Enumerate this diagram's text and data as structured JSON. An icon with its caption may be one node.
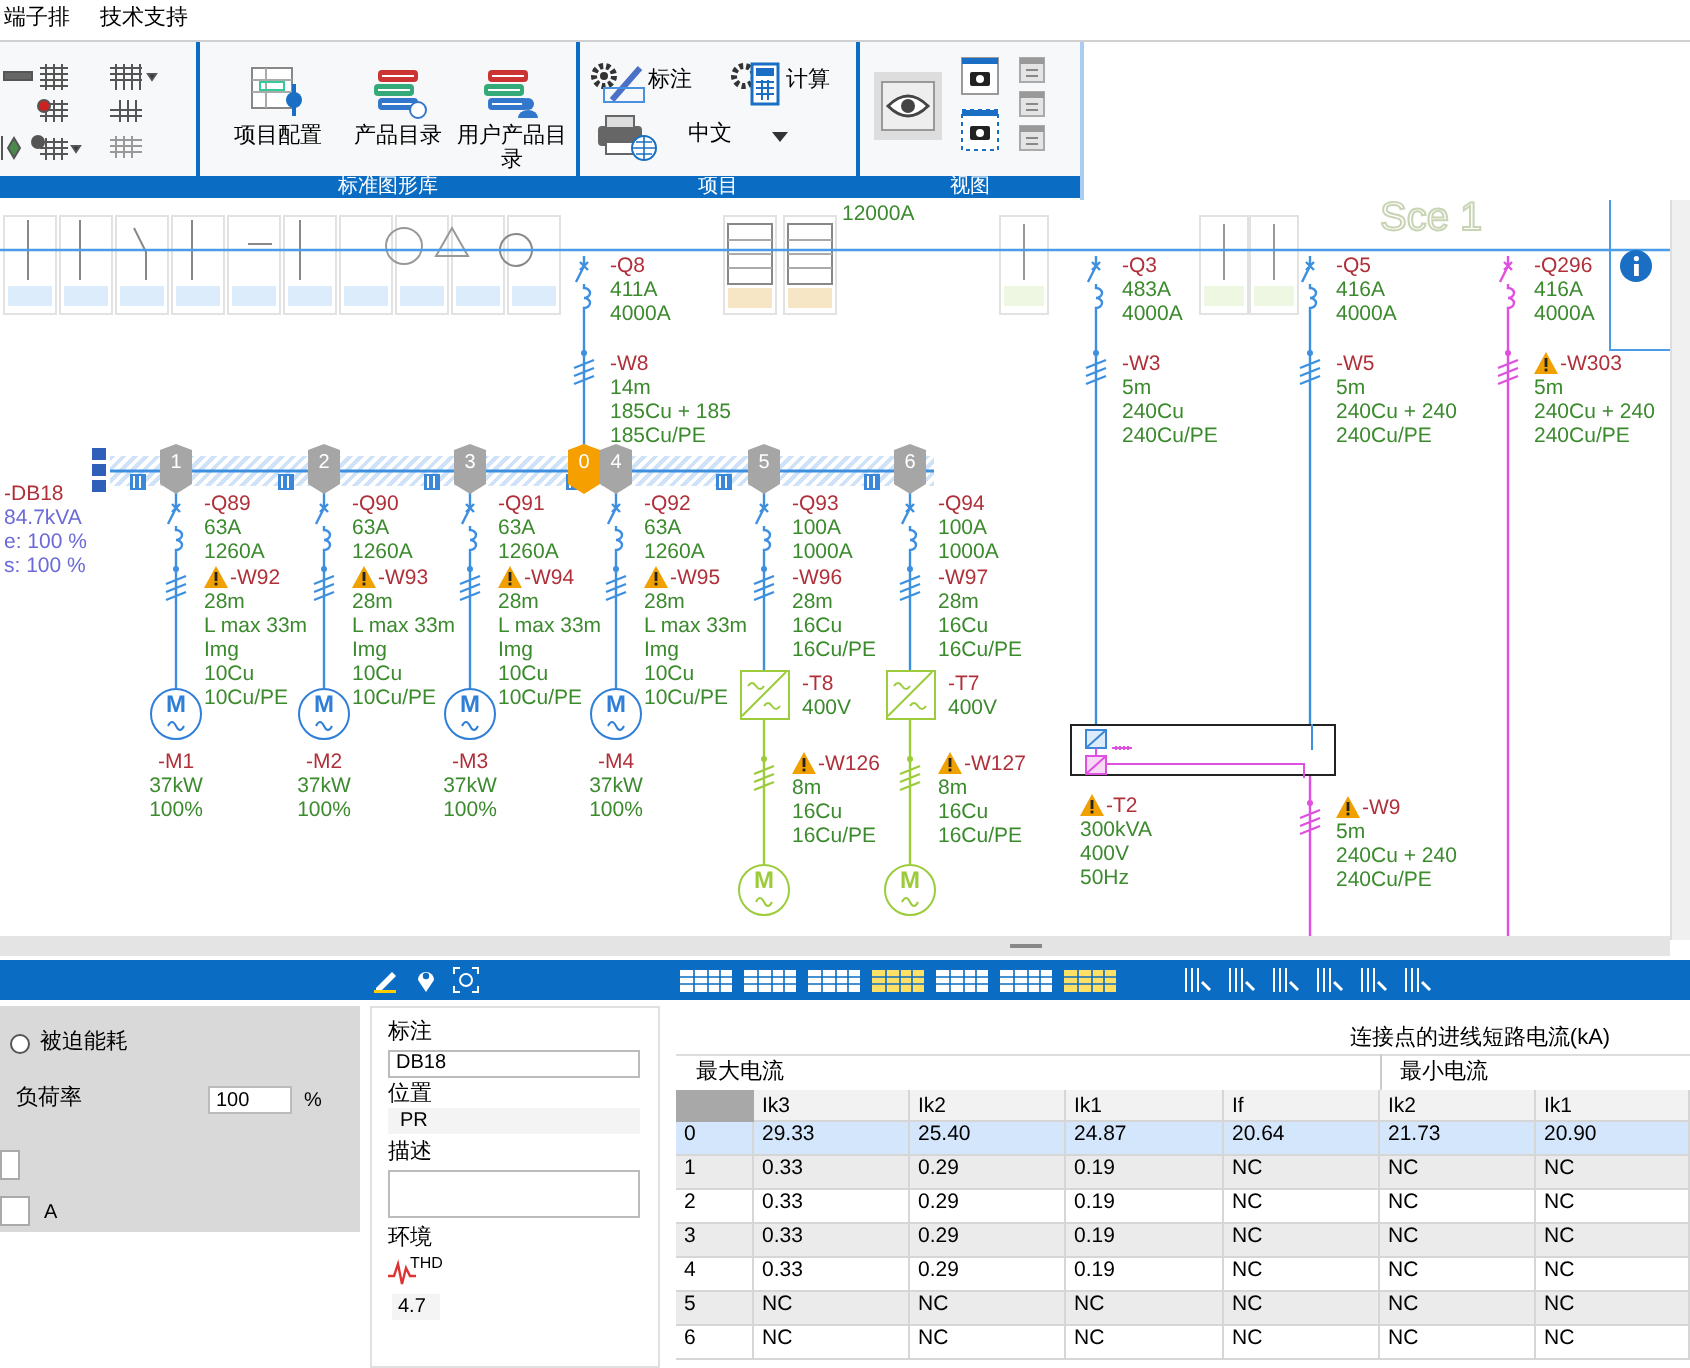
{
  "diagram": {
    "nodes": [
      {
        "text": [],
        "shape": "switch",
        "beside": [
          "-Q8",
          "411A",
          "4000A"
        ]
      },
      {
        "text": [],
        "shape": "cable",
        "beside": [
          "-W8",
          "14m",
          "185Cu + 185",
          "185Cu/PE"
        ]
      },
      {
        "text": [],
        "shape": "bar",
        "beside": [
          "-DB18",
          "84.7kVA",
          "e: 100 %",
          "s: 100 %"
        ]
      },
      {
        "text": [],
        "shape": "switch",
        "beside": [
          "-Q89",
          "63A",
          "1260A"
        ]
      },
      {
        "text": [],
        "shape": "cable",
        "beside": [
          "-W92",
          "28m",
          "L max 33m Img",
          "10Cu",
          "10Cu/PE"
        ]
      },
      {
        "text": [
          "M"
        ],
        "beside": [
          "-M1",
          "37kW",
          "100%"
        ]
      },
      {
        "text": [],
        "shape": "switch",
        "beside": [
          "-Q90",
          "63A",
          "1260A"
        ]
      },
      {
        "text": [],
        "shape": "cable",
        "beside": [
          "-W93",
          "28m",
          "L max 33m Img",
          "10Cu",
          "10Cu/PE"
        ]
      },
      {
        "text": [
          "M"
        ],
        "beside": [
          "-M2",
          "37kW",
          "100%"
        ]
      },
      {
        "text": [],
        "shape": "switch",
        "beside": [
          "-Q91",
          "63A",
          "1260A"
        ]
      },
      {
        "text": [],
        "shape": "cable",
        "beside": [
          "-W94",
          "28m",
          "L max 33m Img",
          "10Cu",
          "10Cu/PE"
        ]
      },
      {
        "text": [
          "M"
        ],
        "beside": [
          "-M3",
          "37kW",
          "100%"
        ]
      },
      {
        "text": [],
        "shape": "switch",
        "beside": [
          "-Q92",
          "63A",
          "1260A"
        ]
      },
      {
        "text": [],
        "shape": "cable",
        "beside": [
          "-W95",
          "28m",
          "L max 33m Img",
          "10Cu",
          "10Cu/PE"
        ]
      },
      {
        "text": [
          "M"
        ],
        "beside": [
          "-M4",
          "37kW",
          "100%"
        ]
      },
      {
        "text": [],
        "shape": "switch",
        "beside": [
          "-Q93",
          "100A",
          "1000A"
        ]
      },
      {
        "text": [],
        "shape": "cable",
        "beside": [
          "-W96",
          "28m",
          "16Cu",
          "16Cu/PE"
        ]
      },
      {
        "text": [],
        "shape": "box",
        "beside": [
          "-T8",
          "400V"
        ]
      },
      {
        "text": [],
        "shape": "cable",
        "beside": [
          "-W126",
          "8m",
          "16Cu",
          "16Cu/PE"
        ]
      },
      {
        "text": [
          "M"
        ]
      },
      {
        "text": [],
        "shape": "switch",
        "beside": [
          "-Q94",
          "100A",
          "1000A"
        ]
      },
      {
        "text": [],
        "shape": "cable",
        "beside": [
          "-W97",
          "28m",
          "16Cu",
          "16Cu/PE"
        ]
      },
      {
        "text": [],
        "shape": "box",
        "beside": [
          "-T7",
          "400V"
        ]
      },
      {
        "text": [],
        "shape": "cable",
        "beside": [
          "-W127",
          "8m",
          "16Cu",
          "16Cu/PE"
        ]
      },
      {
        "text": [
          "M"
        ]
      },
      {
        "text": [],
        "shape": "switch",
        "beside": [
          "-Q3",
          "483A",
          "4000A"
        ]
      },
      {
        "text": [],
        "shape": "cable",
        "beside": [
          "-W3",
          "5m",
          "240Cu",
          "240Cu/PE"
        ]
      },
      {
        "text": [],
        "shape": "box",
        "beside": [
          "-T2",
          "300kVA",
          "400V",
          "50Hz"
        ]
      },
      {
        "text": [],
        "shape": "switch",
        "beside": [
          "-Q5",
          "416A",
          "4000A"
        ]
      },
      {
        "text": [],
        "shape": "cable",
        "beside": [
          "-W5",
          "5m",
          "240Cu + 240",
          "240Cu/PE"
        ]
      },
      {
        "text": [],
        "shape": "switch",
        "beside": [
          "-Q296",
          "416A",
          "4000A"
        ]
      },
      {
        "text": [],
        "shape": "cable",
        "beside": [
          "-W303",
          "5m",
          "240Cu + 240",
          "240Cu/PE"
        ]
      },
      {
        "text": [],
        "shape": "cable",
        "beside": [
          "-W9",
          "5m",
          "240Cu + 240",
          "240Cu/PE"
        ]
      }
    ],
    "edges": [
      {
        "from": 0,
        "to": 1,
        "arrow": "none"
      },
      {
        "from": 1,
        "to": 2,
        "arrow": "none"
      },
      {
        "from": 2,
        "to": 3,
        "arrow": "none"
      },
      {
        "from": 3,
        "to": 4,
        "arrow": "none"
      },
      {
        "from": 4,
        "to": 5,
        "arrow": "none"
      },
      {
        "from": 2,
        "to": 6,
        "arrow": "none"
      },
      {
        "from": 6,
        "to": 7,
        "arrow": "none"
      },
      {
        "from": 7,
        "to": 8,
        "arrow": "none"
      },
      {
        "from": 2,
        "to": 9,
        "arrow": "none"
      },
      {
        "from": 9,
        "to": 10,
        "arrow": "none"
      },
      {
        "from": 10,
        "to": 11,
        "arrow": "none"
      },
      {
        "from": 2,
        "to": 12,
        "arrow": "none"
      },
      {
        "from": 12,
        "to": 13,
        "arrow": "none"
      },
      {
        "from": 13,
        "to": 14,
        "arrow": "none"
      },
      {
        "from": 2,
        "to": 15,
        "arrow": "none"
      },
      {
        "from": 15,
        "to": 16,
        "arrow": "none"
      },
      {
        "from": 16,
        "to": 17,
        "arrow": "none"
      },
      {
        "from": 17,
        "to": 18,
        "arrow": "none",
        "color": "#9ccc3c"
      },
      {
        "from": 18,
        "to": 19,
        "arrow": "none",
        "color": "#9ccc3c"
      },
      {
        "from": 2,
        "to": 20,
        "arrow": "none"
      },
      {
        "from": 20,
        "to": 21,
        "arrow": "none"
      },
      {
        "from": 21,
        "to": 22,
        "arrow": "none"
      },
      {
        "from": 22,
        "to": 23,
        "arrow": "none",
        "color": "#9ccc3c"
      },
      {
        "from": 23,
        "to": 24,
        "arrow": "none",
        "color": "#9ccc3c"
      },
      {
        "from": 25,
        "to": 26,
        "arrow": "none"
      },
      {
        "from": 26,
        "to": 27,
        "arrow": "none"
      },
      {
        "from": 28,
        "to": 29,
        "arrow": "none"
      },
      {
        "from": 29,
        "to": 27,
        "arrow": "none"
      },
      {
        "from": 27,
        "to": 32,
        "arrow": "none",
        "color": "#e050e0"
      },
      {
        "from": 32,
        "to": null,
        "arrow": "none",
        "color": "#e050e0"
      },
      {
        "from": 30,
        "to": 31,
        "arrow": "none",
        "color": "#e050e0"
      },
      {
        "from": 31,
        "to": null,
        "arrow": "none",
        "color": "#e050e0"
      }
    ],
    "labels": [
      "端子排",
      "技术支持",
      "项目配置",
      "产品目录",
      "用户产品目录",
      "标注",
      "计算",
      "中文",
      "标准图形库",
      "项目",
      "视图",
      "12000A",
      "Sce 1",
      "1",
      "2",
      "3",
      "0",
      "4",
      "5",
      "6",
      "被迫能耗",
      "负荷率",
      "100",
      "%",
      "A",
      "标注",
      "DB18",
      "位置",
      "PR",
      "描述",
      "环境",
      "THD",
      "4.7",
      "连接点的进线短路电流(kA)",
      "最大电流",
      "最小电流",
      "Ik3",
      "Ik2",
      "Ik1",
      "If",
      "Ik2",
      "Ik1",
      "0",
      "29.33",
      "25.40",
      "24.87",
      "20.64",
      "21.73",
      "20.90",
      "1",
      "0.33",
      "0.29",
      "0.19",
      "NC",
      "NC",
      "NC",
      "2",
      "0.33",
      "0.29",
      "0.19",
      "NC",
      "NC",
      "NC",
      "3",
      "0.33",
      "0.29",
      "0.19",
      "NC",
      "NC",
      "NC",
      "4",
      "0.33",
      "0.29",
      "0.19",
      "NC",
      "NC",
      "NC",
      "5",
      "NC",
      "NC",
      "NC",
      "NC",
      "NC",
      "NC",
      "6",
      "NC",
      "NC",
      "NC",
      "NC",
      "NC",
      "NC"
    ]
  }
}
